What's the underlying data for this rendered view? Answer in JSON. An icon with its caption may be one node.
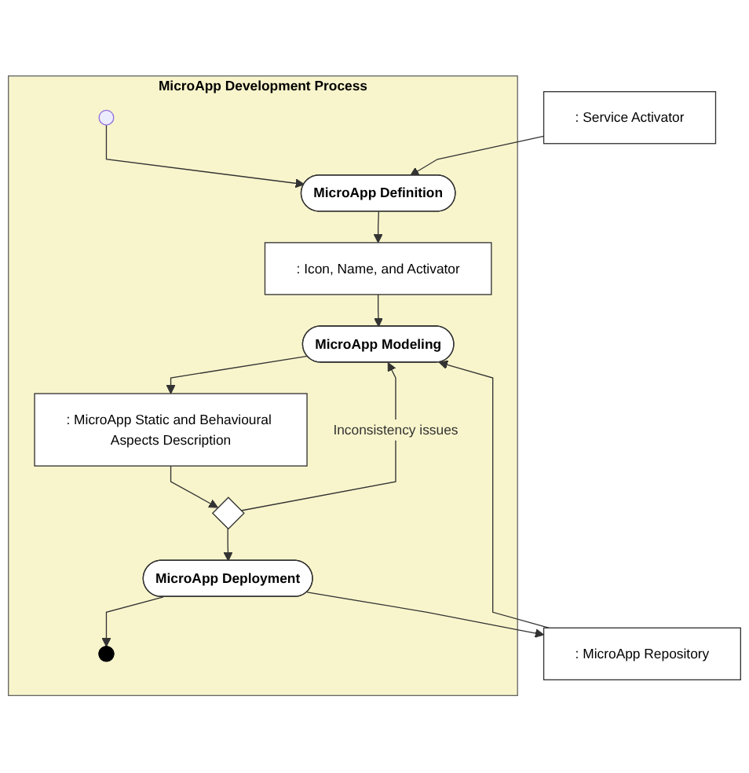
{
  "diagram": {
    "nodes": [
      {
        "text": [
          "MicroApp Development Process"
        ]
      },
      {
        "text": [],
        "shape": "circle",
        "in": 0
      },
      {
        "text": [
          "MicroApp Definition"
        ],
        "in": 0
      },
      {
        "text": [
          ": Service Activator"
        ]
      },
      {
        "text": [
          ": Icon, Name, and Activator"
        ],
        "in": 0
      },
      {
        "text": [
          "MicroApp Modeling"
        ],
        "in": 0
      },
      {
        "text": [
          ": MicroApp Repository"
        ]
      },
      {
        "text": [
          ": MicroApp Static and Behavioural Aspects Description"
        ],
        "in": 0
      },
      {
        "text": [],
        "shape": "diamond",
        "in": 0
      },
      {
        "text": [
          "MicroApp Deployment"
        ],
        "in": 0
      },
      {
        "text": [],
        "shape": "circle",
        "in": 0
      }
    ],
    "edges": [
      {
        "from": 1,
        "to": 2,
        "arrow": "to"
      },
      {
        "from": 3,
        "to": 2,
        "arrow": "to"
      },
      {
        "from": 2,
        "to": 4,
        "arrow": "to"
      },
      {
        "from": 4,
        "to": 5,
        "arrow": "to"
      },
      {
        "from": 6,
        "to": 5,
        "arrow": "to"
      },
      {
        "from": 5,
        "to": 7,
        "arrow": "to"
      },
      {
        "from": 7,
        "to": 8,
        "arrow": "to"
      },
      {
        "from": 8,
        "to": 5,
        "arrow": "to",
        "label": "Inconsistency issues"
      },
      {
        "from": 8,
        "to": 9,
        "arrow": "to"
      },
      {
        "from": 9,
        "to": 6,
        "arrow": "to"
      },
      {
        "from": 9,
        "to": 10,
        "arrow": "to"
      }
    ]
  }
}
